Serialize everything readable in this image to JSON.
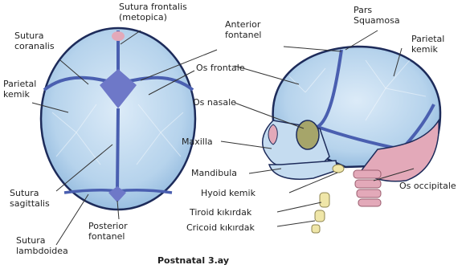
{
  "labels": {
    "sutura_frontalis": "Sutura frontalis\n(metopica)",
    "sutura_coronalis": "Sutura\ncoranalis",
    "parietal_left": "Parietal\nkemik",
    "sutura_sagittalis": "Sutura\nsagittalis",
    "sutura_lambdoidea": "Sutura\nlambdoidea",
    "posterior_fontanel": "Posterior\nfontanel",
    "anterior_fontanel": "Anterior\nfontanel",
    "os_frontale": "Os frontale",
    "os_nasale": "Os nasale",
    "maxilla": "Maxilla",
    "mandibula": "Mandibula",
    "hyoid": "Hyoid kemik",
    "tiroid": "Tiroid kıkırdak",
    "cricoid": "Cricoid kıkırdak",
    "pars_squamosa": "Pars\nSquamosa",
    "parietal_right": "Parietal\nkemik",
    "os_occipitale": "Os occipitale",
    "caption": "Postnatal 3.ay"
  },
  "colors": {
    "bone": "#b9d6ee",
    "suture": "#4a5fb0",
    "fontanel": "#6e78c8",
    "cartilage": "#e3a9b9",
    "nasal": "#a6a56a",
    "hyoid": "#efe6a8",
    "leader": "#333333"
  }
}
